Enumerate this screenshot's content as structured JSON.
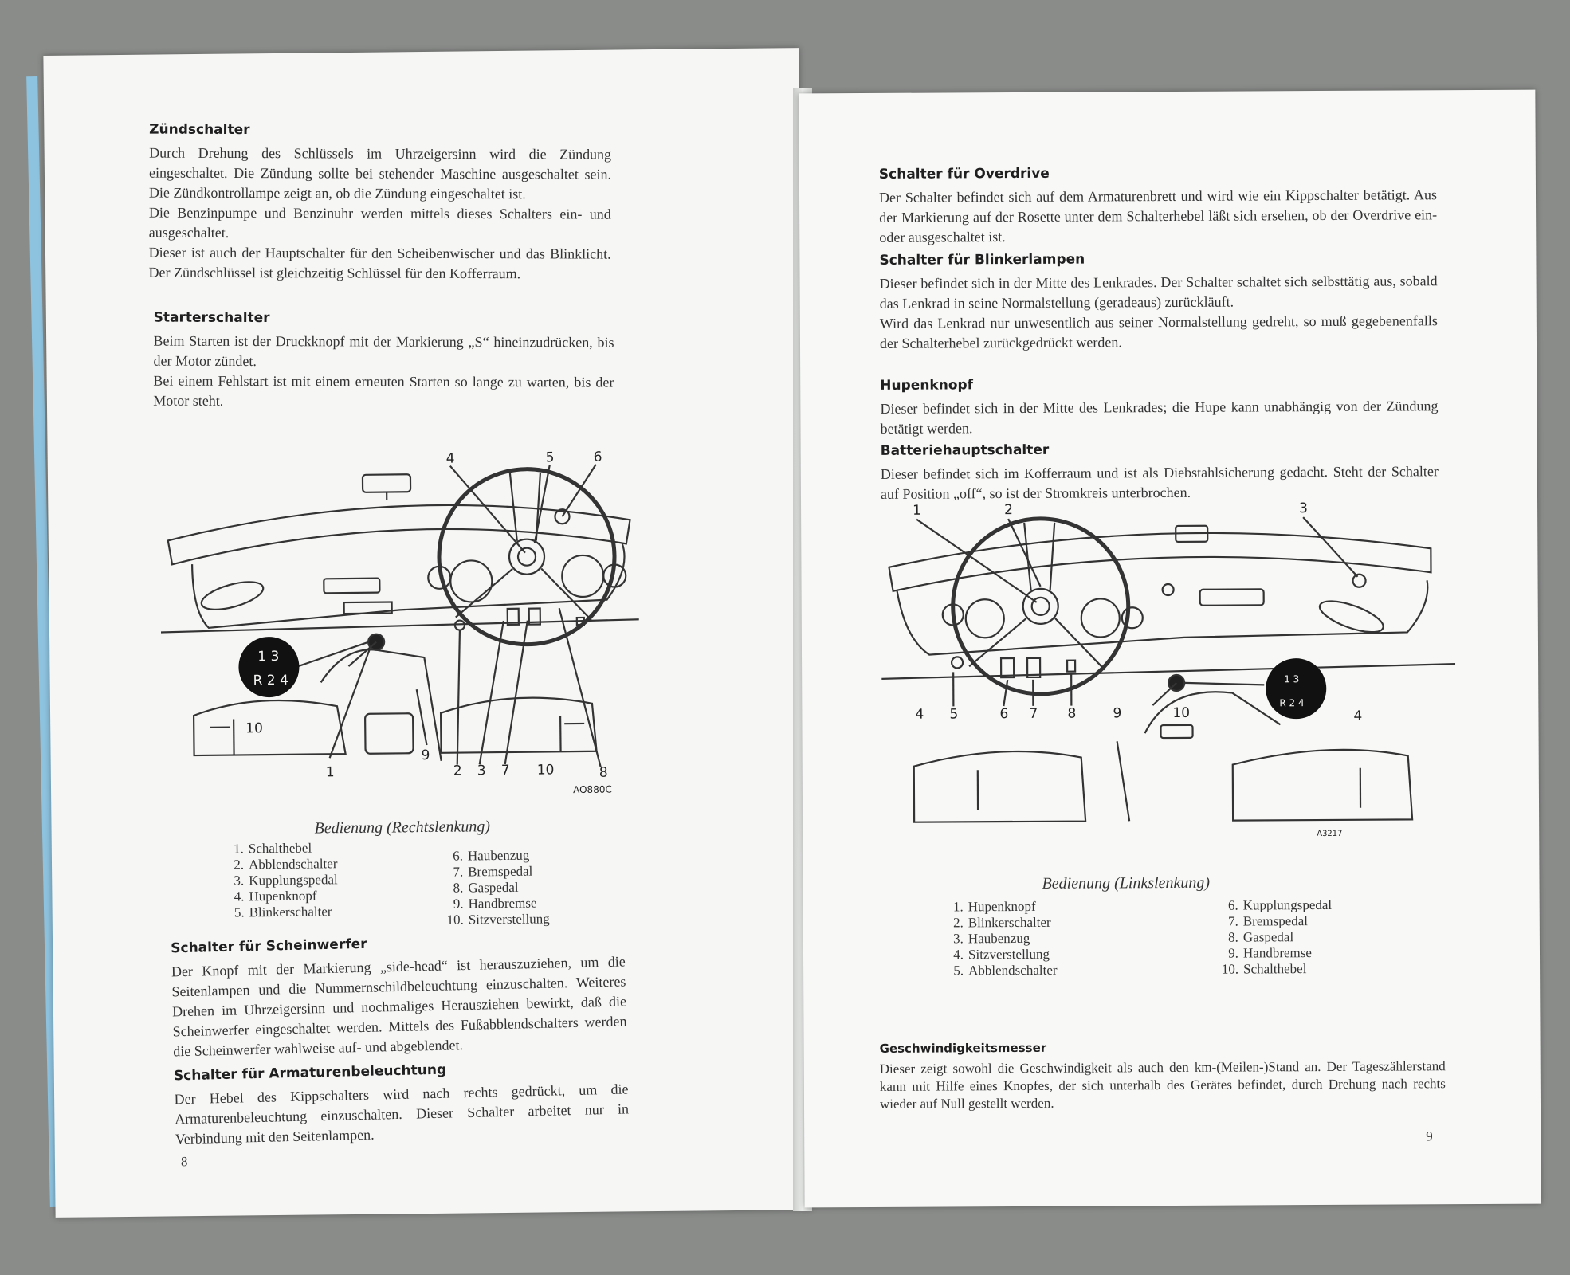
{
  "left": {
    "sections": [
      {
        "title": "Zündschalter",
        "paragraphs": [
          "Durch Drehung des Schlüssels im Uhrzeigersinn wird die Zündung eingeschaltet. Die Zündung sollte bei stehender Maschine ausgeschaltet sein. Die Zündkontrollampe zeigt an, ob die Zündung eingeschaltet ist.",
          "Die Benzinpumpe und Benzinuhr werden mittels dieses Schalters ein- und ausgeschaltet.",
          "Dieser ist auch der Hauptschalter für den Scheibenwischer und das Blinklicht. Der Zündschlüssel ist gleichzeitig Schlüssel für den Kofferraum."
        ]
      },
      {
        "title": "Starterschalter",
        "paragraphs": [
          "Beim Starten ist der Druckknopf mit der Markierung „S“ hineinzudrücken, bis der Motor zündet.",
          "Bei einem Fehlstart ist mit einem erneuten Starten so lange zu warten, bis der Motor steht."
        ]
      },
      {
        "title": "Schalter für Scheinwerfer",
        "paragraphs": [
          "Der Knopf mit der Markierung „side-head“ ist herauszuziehen, um die Seitenlampen und die Nummernschildbeleuchtung einzuschalten. Weiteres Drehen im Uhrzeigersinn und nochmaliges Herausziehen bewirkt, daß die Scheinwerfer eingeschaltet werden. Mittels des Fußabblendschalters werden die Scheinwerfer wahlweise auf- und abgeblendet."
        ]
      },
      {
        "title": "Schalter für Armaturenbeleuchtung",
        "paragraphs": [
          "Der Hebel des Kippschalters wird nach rechts gedrückt, um die Armaturenbeleuchtung einzuschalten. Dieser Schalter arbeitet nur in Verbindung mit den Seitenlampen."
        ]
      }
    ],
    "figure": {
      "caption": "Bedienung (Rechtslenkung)",
      "code": "AO880C",
      "gear": {
        "top": "1 3",
        "bottom": "R 2 4"
      },
      "callouts": [
        "1",
        "2",
        "3",
        "4",
        "5",
        "6",
        "7",
        "8",
        "9",
        "10",
        "10"
      ],
      "legend_col1": [
        {
          "n": "1.",
          "t": "Schalthebel"
        },
        {
          "n": "2.",
          "t": "Abblendschalter"
        },
        {
          "n": "3.",
          "t": "Kupplungspedal"
        },
        {
          "n": "4.",
          "t": "Hupenknopf"
        },
        {
          "n": "5.",
          "t": "Blinkerschalter"
        }
      ],
      "legend_col2": [
        {
          "n": "6.",
          "t": "Haubenzug"
        },
        {
          "n": "7.",
          "t": "Bremspedal"
        },
        {
          "n": "8.",
          "t": "Gaspedal"
        },
        {
          "n": "9.",
          "t": "Handbremse"
        },
        {
          "n": "10.",
          "t": "Sitzverstellung"
        }
      ]
    },
    "page_number": "8"
  },
  "right": {
    "sections": [
      {
        "title": "Schalter für Overdrive",
        "paragraphs": [
          "Der Schalter befindet sich auf dem Armaturenbrett und wird wie ein Kippschalter betätigt. Aus der Markierung auf der Rosette unter dem Schalterhebel läßt sich ersehen, ob der Overdrive ein- oder ausgeschaltet ist."
        ]
      },
      {
        "title": "Schalter für Blinkerlampen",
        "paragraphs": [
          "Dieser befindet sich in der Mitte des Lenkrades. Der Schalter schaltet sich selbsttätig aus, sobald das Lenkrad in seine Normalstellung (geradeaus) zurückläuft.",
          "Wird das Lenkrad nur unwesentlich aus seiner Normalstellung gedreht, so muß gegebenenfalls der Schalterhebel zurückgedrückt werden."
        ]
      },
      {
        "title": "Hupenknopf",
        "paragraphs": [
          "Dieser befindet sich in der Mitte des Lenkrades; die Hupe kann unabhängig von der Zündung betätigt werden."
        ]
      },
      {
        "title": "Batteriehauptschalter",
        "paragraphs": [
          "Dieser befindet sich im Kofferraum und ist als Diebstahlsicherung gedacht. Steht der Schalter auf Position „off“, so ist der Stromkreis unterbrochen."
        ]
      },
      {
        "title": "Geschwindigkeitsmesser",
        "paragraphs": [
          "Dieser zeigt sowohl die Geschwindigkeit als auch den km-(Meilen-)Stand an. Der Tageszählerstand kann mit Hilfe eines Knopfes, der sich unterhalb des Gerätes befindet, durch Drehung nach rechts wieder auf Null gestellt werden."
        ]
      }
    ],
    "figure": {
      "caption": "Bedienung (Linkslenkung)",
      "code": "A3217",
      "gear": {
        "top": "1 3",
        "bottom": "R 2 4"
      },
      "callouts": [
        "1",
        "2",
        "3",
        "4",
        "5",
        "6",
        "7",
        "8",
        "9",
        "10",
        "4"
      ],
      "legend_col1": [
        {
          "n": "1.",
          "t": "Hupenknopf"
        },
        {
          "n": "2.",
          "t": "Blinkerschalter"
        },
        {
          "n": "3.",
          "t": "Haubenzug"
        },
        {
          "n": "4.",
          "t": "Sitzverstellung"
        },
        {
          "n": "5.",
          "t": "Abblendschalter"
        }
      ],
      "legend_col2": [
        {
          "n": "6.",
          "t": "Kupplungspedal"
        },
        {
          "n": "7.",
          "t": "Bremspedal"
        },
        {
          "n": "8.",
          "t": "Gaspedal"
        },
        {
          "n": "9.",
          "t": "Handbremse"
        },
        {
          "n": "10.",
          "t": "Schalthebel"
        }
      ]
    },
    "page_number": "9"
  }
}
